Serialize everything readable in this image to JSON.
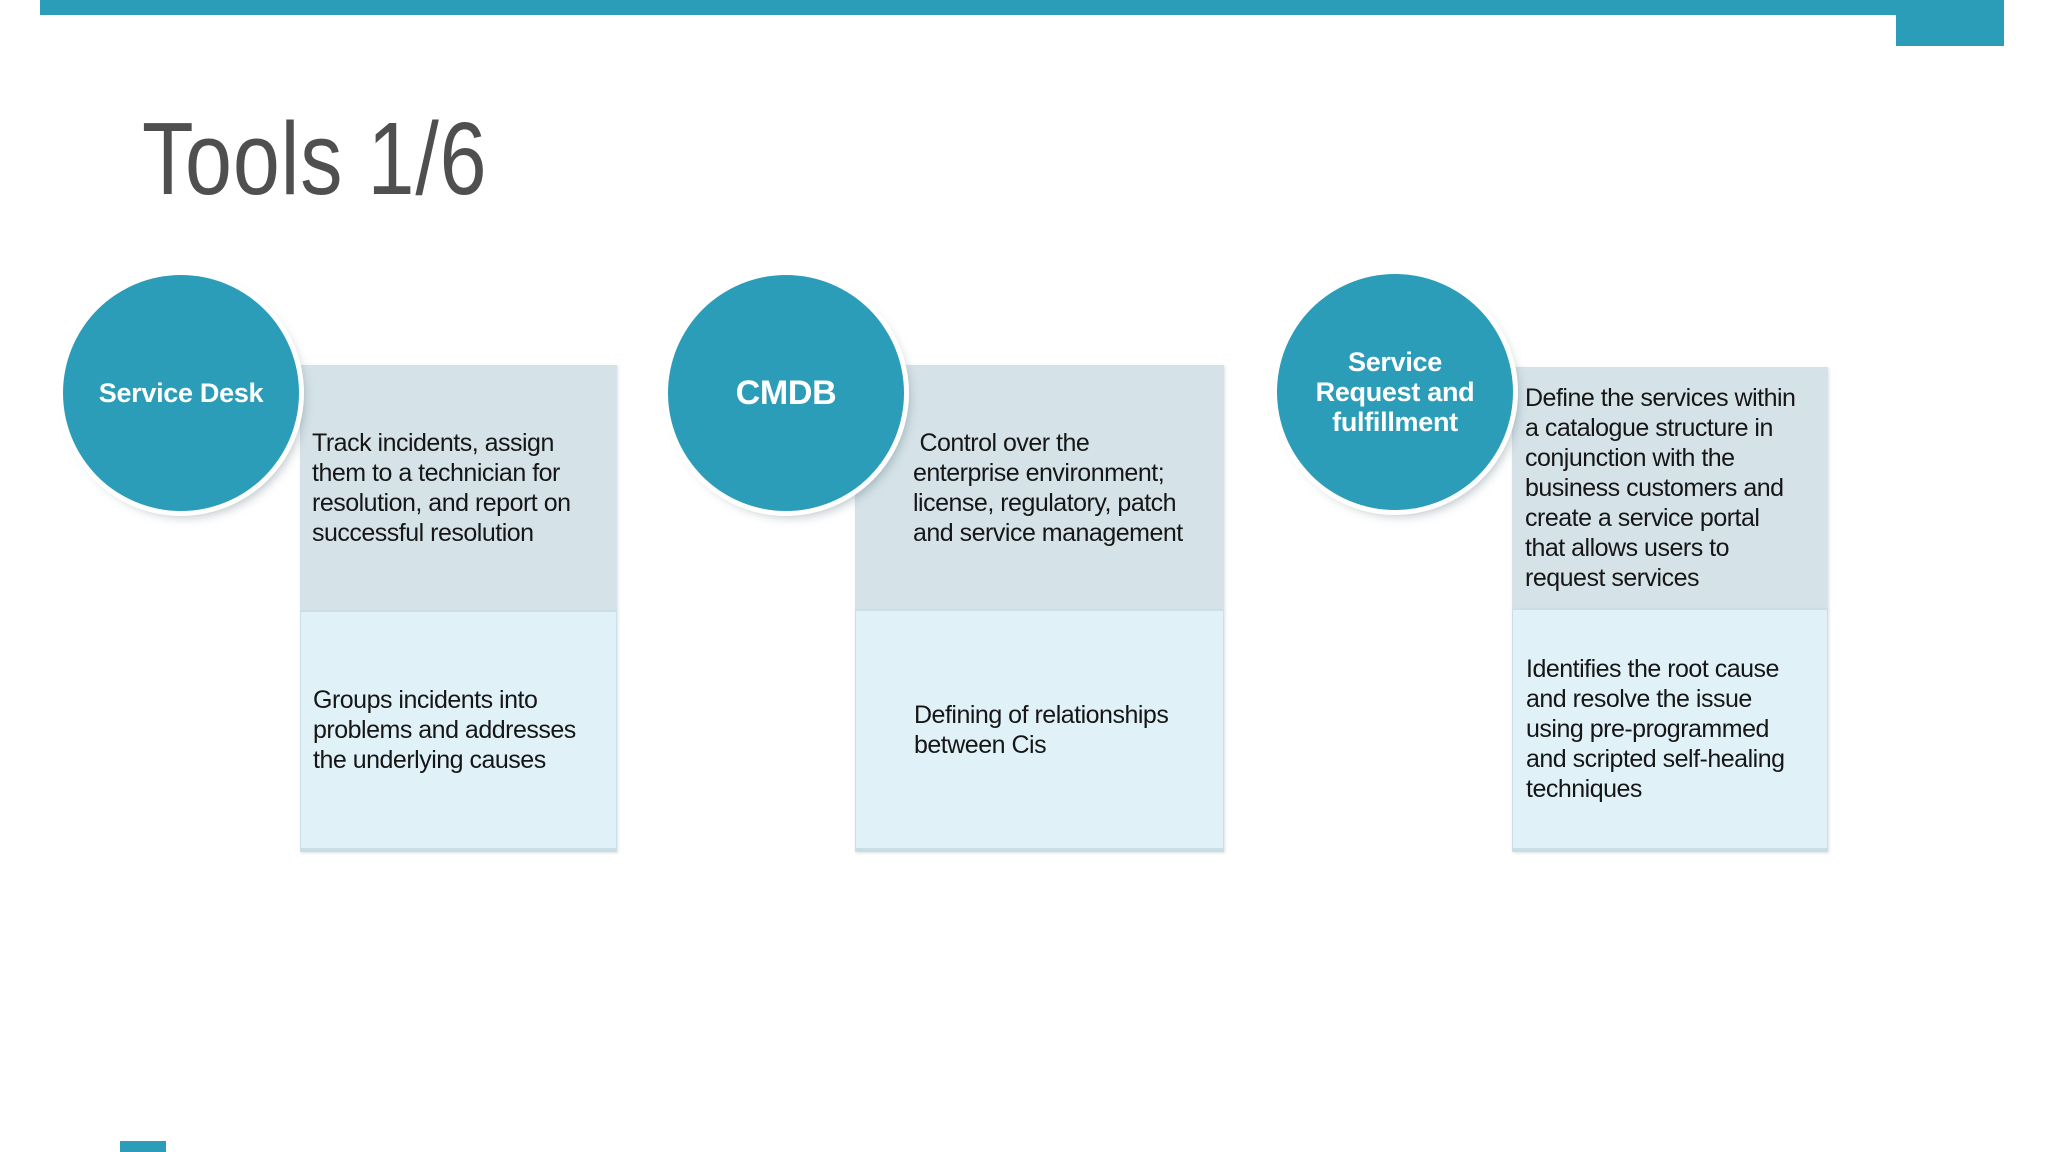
{
  "slide": {
    "title": "Tools 1/6"
  },
  "theme": {
    "accent_teal": "#2c9db9",
    "top_box_bg": "#d5e3e8",
    "bottom_box_bg": "#e0f1f8",
    "title_color": "#4f4f4f",
    "body_text_color": "#161616",
    "circle_text_color": "#ffffff",
    "background": "#ffffff"
  },
  "columns": [
    {
      "circle_label": "Service Desk",
      "top_text": "Track incidents, assign\nthem to a technician for\nresolution, and report on\nsuccessful resolution",
      "bottom_text": "Groups incidents into\nproblems and addresses\nthe underlying causes"
    },
    {
      "circle_label": "CMDB",
      "top_text": " Control over the\nenterprise environment;\nlicense, regulatory, patch\nand service management",
      "bottom_text": "Defining of relationships\nbetween Cis"
    },
    {
      "circle_label": "Service\nRequest and\nfulfillment",
      "top_text": "Define the services within\na catalogue structure in\nconjunction with the\nbusiness customers and\ncreate a service portal\nthat allows users to\nrequest services",
      "bottom_text": "Identifies the root cause\nand resolve the issue\nusing pre-programmed\nand scripted self-healing\ntechniques"
    }
  ]
}
